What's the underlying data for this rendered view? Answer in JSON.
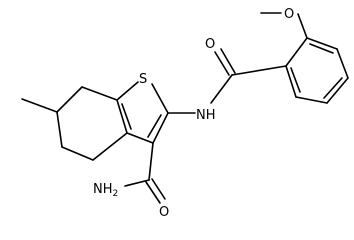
{
  "atoms": {
    "methoxy_oxygen": "O",
    "carbonyl_oxygen": "O",
    "thiophene_sulfur": "S",
    "amide_nitrogen": "NH",
    "carboxamide_nitrogen": "NH",
    "carboxamide_nitrogen_subscript": "2",
    "carboxamide_oxygen": "O"
  },
  "colors": {
    "bond": "#000000",
    "label": "#000000",
    "background": "#ffffff"
  }
}
